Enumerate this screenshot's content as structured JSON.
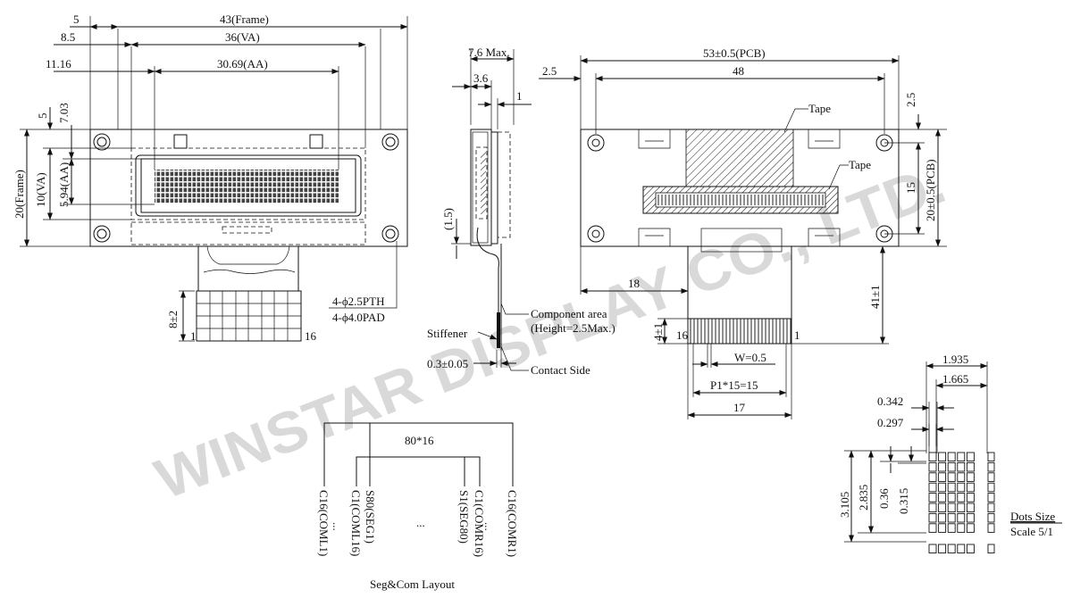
{
  "watermark": "WINSTAR DISPLAY CO., LTD.",
  "front_view": {
    "dims_top": [
      "5",
      "43(Frame)",
      "8.5",
      "36(VA)",
      "11.16",
      "30.69(AA)"
    ],
    "dims_left": [
      "5",
      "7.03",
      "20(Frame)",
      "10(VA)",
      "5.94(AA)"
    ],
    "fpc_height": "8±2",
    "pin_first": "1",
    "pin_last": "16",
    "hole_spec_1": "4-ϕ2.5PTH",
    "hole_spec_2": "4-ϕ4.0PAD"
  },
  "side_view": {
    "thickness_max": "7.6 Max.",
    "dim_a": "3.6",
    "dim_b": "1",
    "dim_c": "(1.5)",
    "stiffener": "Stiffener",
    "stiffener_thk": "0.3±0.05",
    "component_area_1": "Component area",
    "component_area_2": "(Height=2.5Max.)",
    "contact_side": "Contact Side"
  },
  "back_view": {
    "pcb_width": "53±0.5(PCB)",
    "hole_pitch": "48",
    "left_offset": "2.5",
    "right_offset": "2.5",
    "hole_vert": "15",
    "pcb_height": "20±0.5(PCB)",
    "tape_1": "Tape",
    "tape_2": "Tape",
    "fpc_offset": "18",
    "fpc_length": "41±1",
    "tab_height": "4±1",
    "pin_left": "16",
    "pin_right": "1",
    "pin_width": "W=0.5",
    "pin_pitch": "P1*15=15",
    "fpc_width": "17"
  },
  "seg_com": {
    "matrix": "80*16",
    "labels": [
      "C16(COML1)",
      "C1(COML16)",
      "S80(SEG1)",
      "S1(SEG80)",
      "C1(COMR16)",
      "C16(COMR1)"
    ],
    "ellipsis": "...",
    "caption": "Seg&Com Layout"
  },
  "dots": {
    "dims_top": [
      "1.935",
      "1.665",
      "0.342",
      "0.297"
    ],
    "dims_left": [
      "3.105",
      "2.835",
      "0.36",
      "0.315"
    ],
    "title": "Dots Size",
    "scale": "Scale 5/1"
  }
}
